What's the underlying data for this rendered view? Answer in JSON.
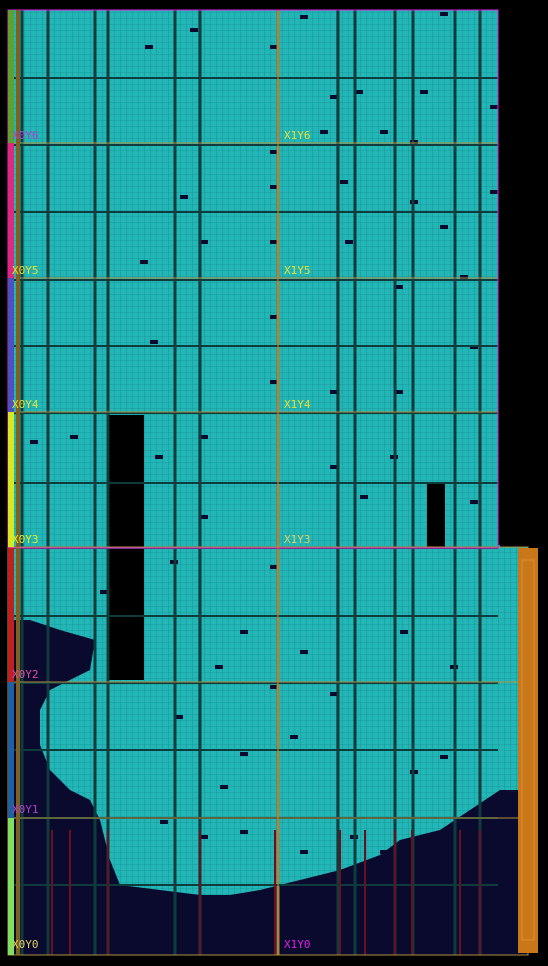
{
  "window": {
    "title": ""
  },
  "device_view": {
    "background": "#000000",
    "empty_fabric_color": "#0a0a2e",
    "placed_logic_color": "#20b0b0",
    "grid_line_color": "#0f3a3a",
    "clock_region_border_color": "#c8b060",
    "clock_regions": [
      {
        "label": "X0Y0",
        "color": "#e0d060"
      },
      {
        "label": "X1Y0",
        "color": "#e020e0"
      },
      {
        "label": "X0Y1",
        "color": "#b040d0"
      },
      {
        "label": "X0Y2",
        "color": "#e050a0"
      },
      {
        "label": "X0Y3",
        "color": "#e8f020"
      },
      {
        "label": "X1Y3",
        "color": "#e0d060"
      },
      {
        "label": "X0Y4",
        "color": "#e8e030"
      },
      {
        "label": "X1Y4",
        "color": "#e8e030"
      },
      {
        "label": "X0Y5",
        "color": "#e8e030"
      },
      {
        "label": "X1Y5",
        "color": "#e8e030"
      },
      {
        "label": "X0Y6",
        "color": "#b040d0"
      },
      {
        "label": "X1Y6",
        "color": "#e8e030"
      }
    ]
  }
}
